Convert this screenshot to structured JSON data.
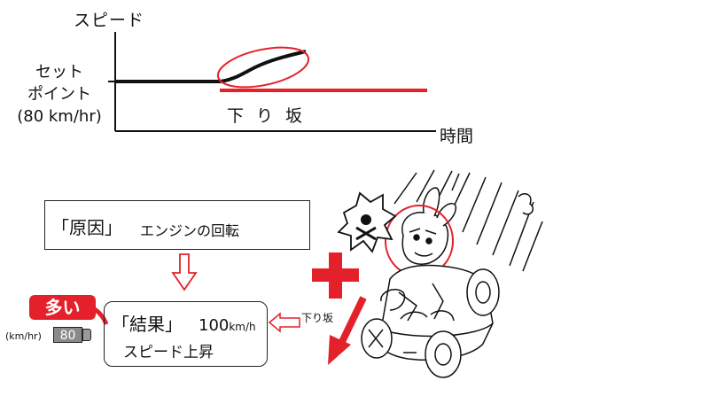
{
  "graph": {
    "y_label": "スピード",
    "setpoint_lines": [
      "セット",
      "ポイント",
      "(80 km/hr)"
    ],
    "downhill_label": "下り坂",
    "x_label": "時間"
  },
  "cause": {
    "heading": "「原因」",
    "text": "エンジンの回転"
  },
  "result": {
    "heading": "「結果」",
    "speed_value": "100",
    "speed_unit": "km/h",
    "text": "スピード上昇"
  },
  "many_badge": "多い",
  "gauge": {
    "unit": "(km/hr)",
    "value": "80"
  },
  "side_label": "下り坂",
  "colors": {
    "accent_red": "#e4202a",
    "line_black": "#111111"
  },
  "icons": [
    "plus-icon",
    "down-arrow-icon",
    "skull-crossbones-icon",
    "car-driver-illustration"
  ]
}
